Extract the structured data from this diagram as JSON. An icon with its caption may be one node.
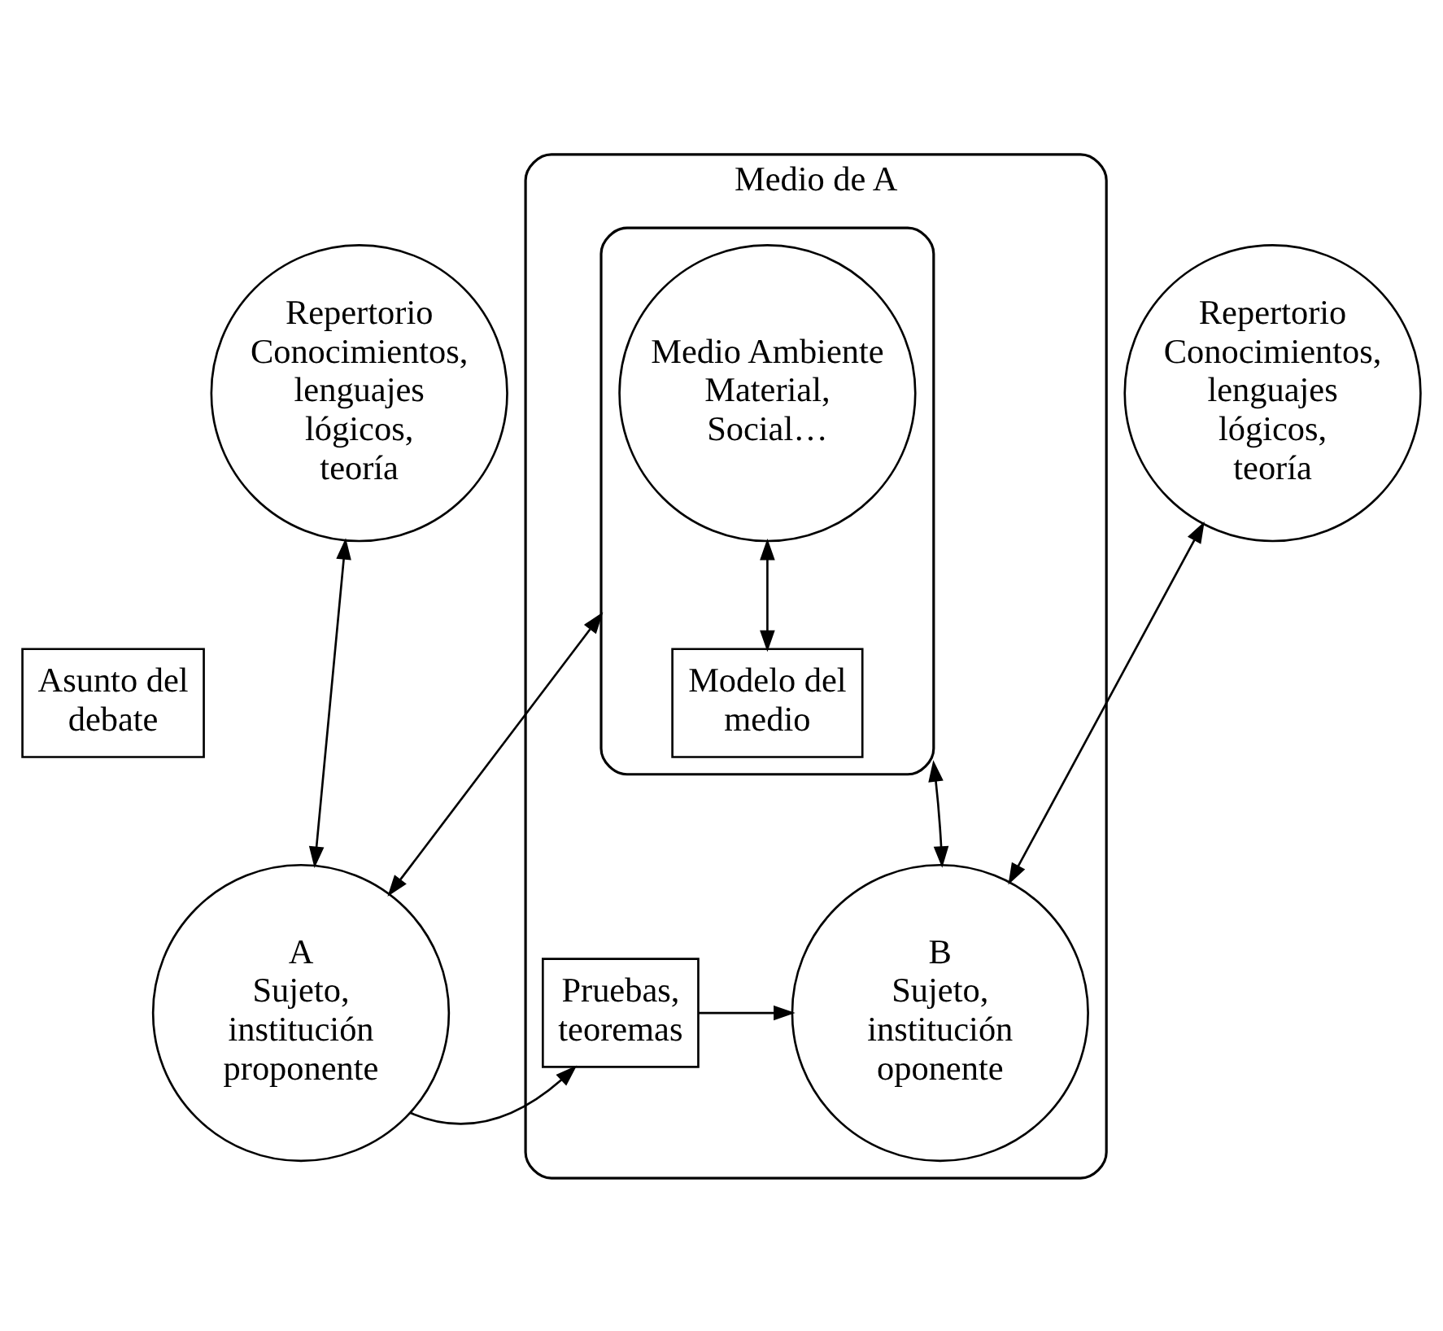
{
  "diagram": {
    "nodes": [
      {
        "text": [
          "Medio de A"
        ]
      },
      {
        "text": [],
        "shape": "box",
        "in": 0
      },
      {
        "text": [
          "Medio Ambiente Material, Social…"
        ],
        "in": 1
      },
      {
        "text": [
          "Modelo del medio"
        ],
        "in": 1
      },
      {
        "text": [
          "Repertorio",
          "Conocimientos, lenguajes lógicos, teoría"
        ]
      },
      {
        "text": [
          "Asunto del debate"
        ]
      },
      {
        "text": [
          "A",
          "Sujeto, institución proponente"
        ]
      },
      {
        "text": [
          "Pruebas, teoremas"
        ],
        "in": 0
      },
      {
        "text": [
          "B",
          "Sujeto, institución oponente"
        ],
        "in": 0
      },
      {
        "text": [
          "Repertorio",
          "Conocimientos, lenguajes lógicos, teoría"
        ]
      }
    ],
    "edges": [
      {
        "from": 4,
        "to": 6,
        "arrow": "both"
      },
      {
        "from": 2,
        "to": 3,
        "arrow": "both"
      },
      {
        "from": 6,
        "to": 1,
        "arrow": "both"
      },
      {
        "from": 1,
        "to": 8,
        "arrow": "both"
      },
      {
        "from": 6,
        "to": 7,
        "arrow": "to"
      },
      {
        "from": 7,
        "to": 8,
        "arrow": "to"
      },
      {
        "from": 9,
        "to": 8,
        "arrow": "both"
      }
    ]
  }
}
